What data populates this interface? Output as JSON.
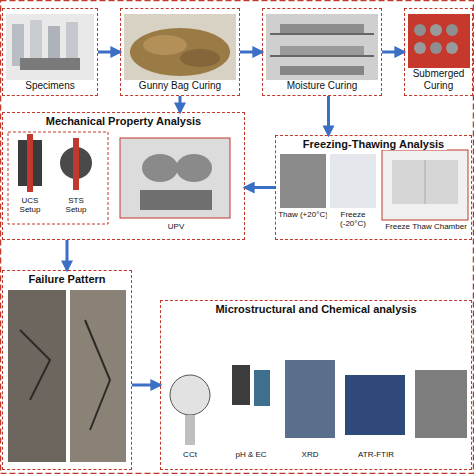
{
  "diagram": {
    "nodes": [
      {
        "text": [
          "Specimens"
        ]
      },
      {
        "text": [
          "Gunny Bag Curing"
        ]
      },
      {
        "text": [
          "Moisture Curing"
        ]
      },
      {
        "text": [
          "Submerged Curing"
        ]
      },
      {
        "text": [
          "Mechanical Property Analysis"
        ]
      },
      {
        "text": [
          "Freezing-Thawing Analysis"
        ]
      },
      {
        "text": [
          "Failure Pattern"
        ]
      },
      {
        "text": [
          "Microstructural and Chemical analysis"
        ]
      }
    ],
    "edges": [
      {
        "from": 0,
        "to": 1,
        "arrow": "to"
      },
      {
        "from": 1,
        "to": 2,
        "arrow": "to"
      },
      {
        "from": 2,
        "to": 3,
        "arrow": "to"
      },
      {
        "from": 1,
        "to": 4,
        "arrow": "to"
      },
      {
        "from": 2,
        "to": 5,
        "arrow": "to"
      },
      {
        "from": 5,
        "to": 4,
        "arrow": "to"
      },
      {
        "from": 4,
        "to": 6,
        "arrow": "to"
      },
      {
        "from": 6,
        "to": 7,
        "arrow": "to"
      }
    ],
    "labels": [
      "UCS Setup",
      "STS Setup",
      "UPV",
      "Thaw (+20°C)",
      "Freeze (-20°C)",
      "Freeze Thaw Chamber",
      "CCt",
      "pH & EC",
      "XRD",
      "ATR-FTIR"
    ]
  }
}
